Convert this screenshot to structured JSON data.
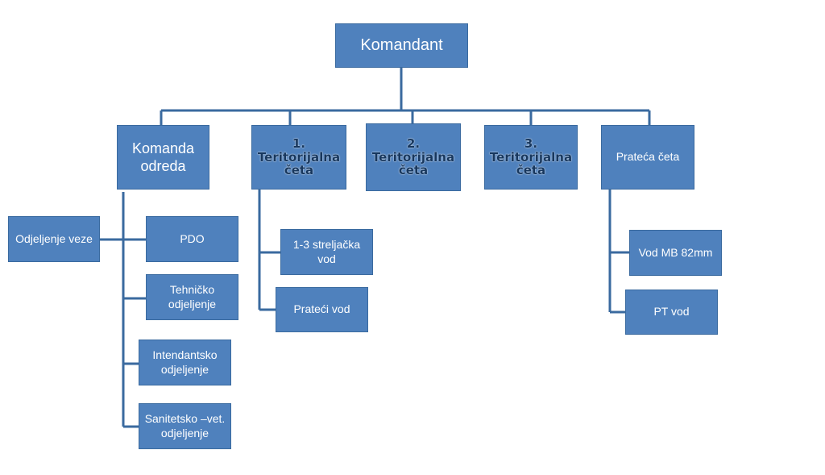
{
  "colors": {
    "box_fill": "#4f81bd",
    "connector": "#3a6a9f",
    "box_text": "#ffffff",
    "company_text": "#17375e"
  },
  "root": {
    "label": "Komandant"
  },
  "branches": {
    "komanda_odreda": {
      "label": "Komanda\nodreda",
      "children": {
        "pdo": "PDO",
        "tehnicko": "Tehničko\nodjeljenje",
        "intendantsko": "Intendantsko\nodjeljenje",
        "sanitetsko": "Sanitetsko –vet.\nodjeljenje",
        "odjeljenje_veze": "Odjeljenje veze"
      }
    },
    "teritorijalna_1": {
      "label": "1.\nTeritorijalna\nčeta",
      "children": {
        "streljacka": "1-3 streljačka\nvod",
        "prateci": "Prateći vod"
      }
    },
    "teritorijalna_2": {
      "label": "2.\nTeritorijalna\nčeta"
    },
    "teritorijalna_3": {
      "label": "3.\nTeritorijalna\nčeta"
    },
    "prateca_ceta": {
      "label": "Prateća četa",
      "children": {
        "vod_mb": "Vod MB 82mm",
        "pt_vod": "PT  vod"
      }
    }
  }
}
